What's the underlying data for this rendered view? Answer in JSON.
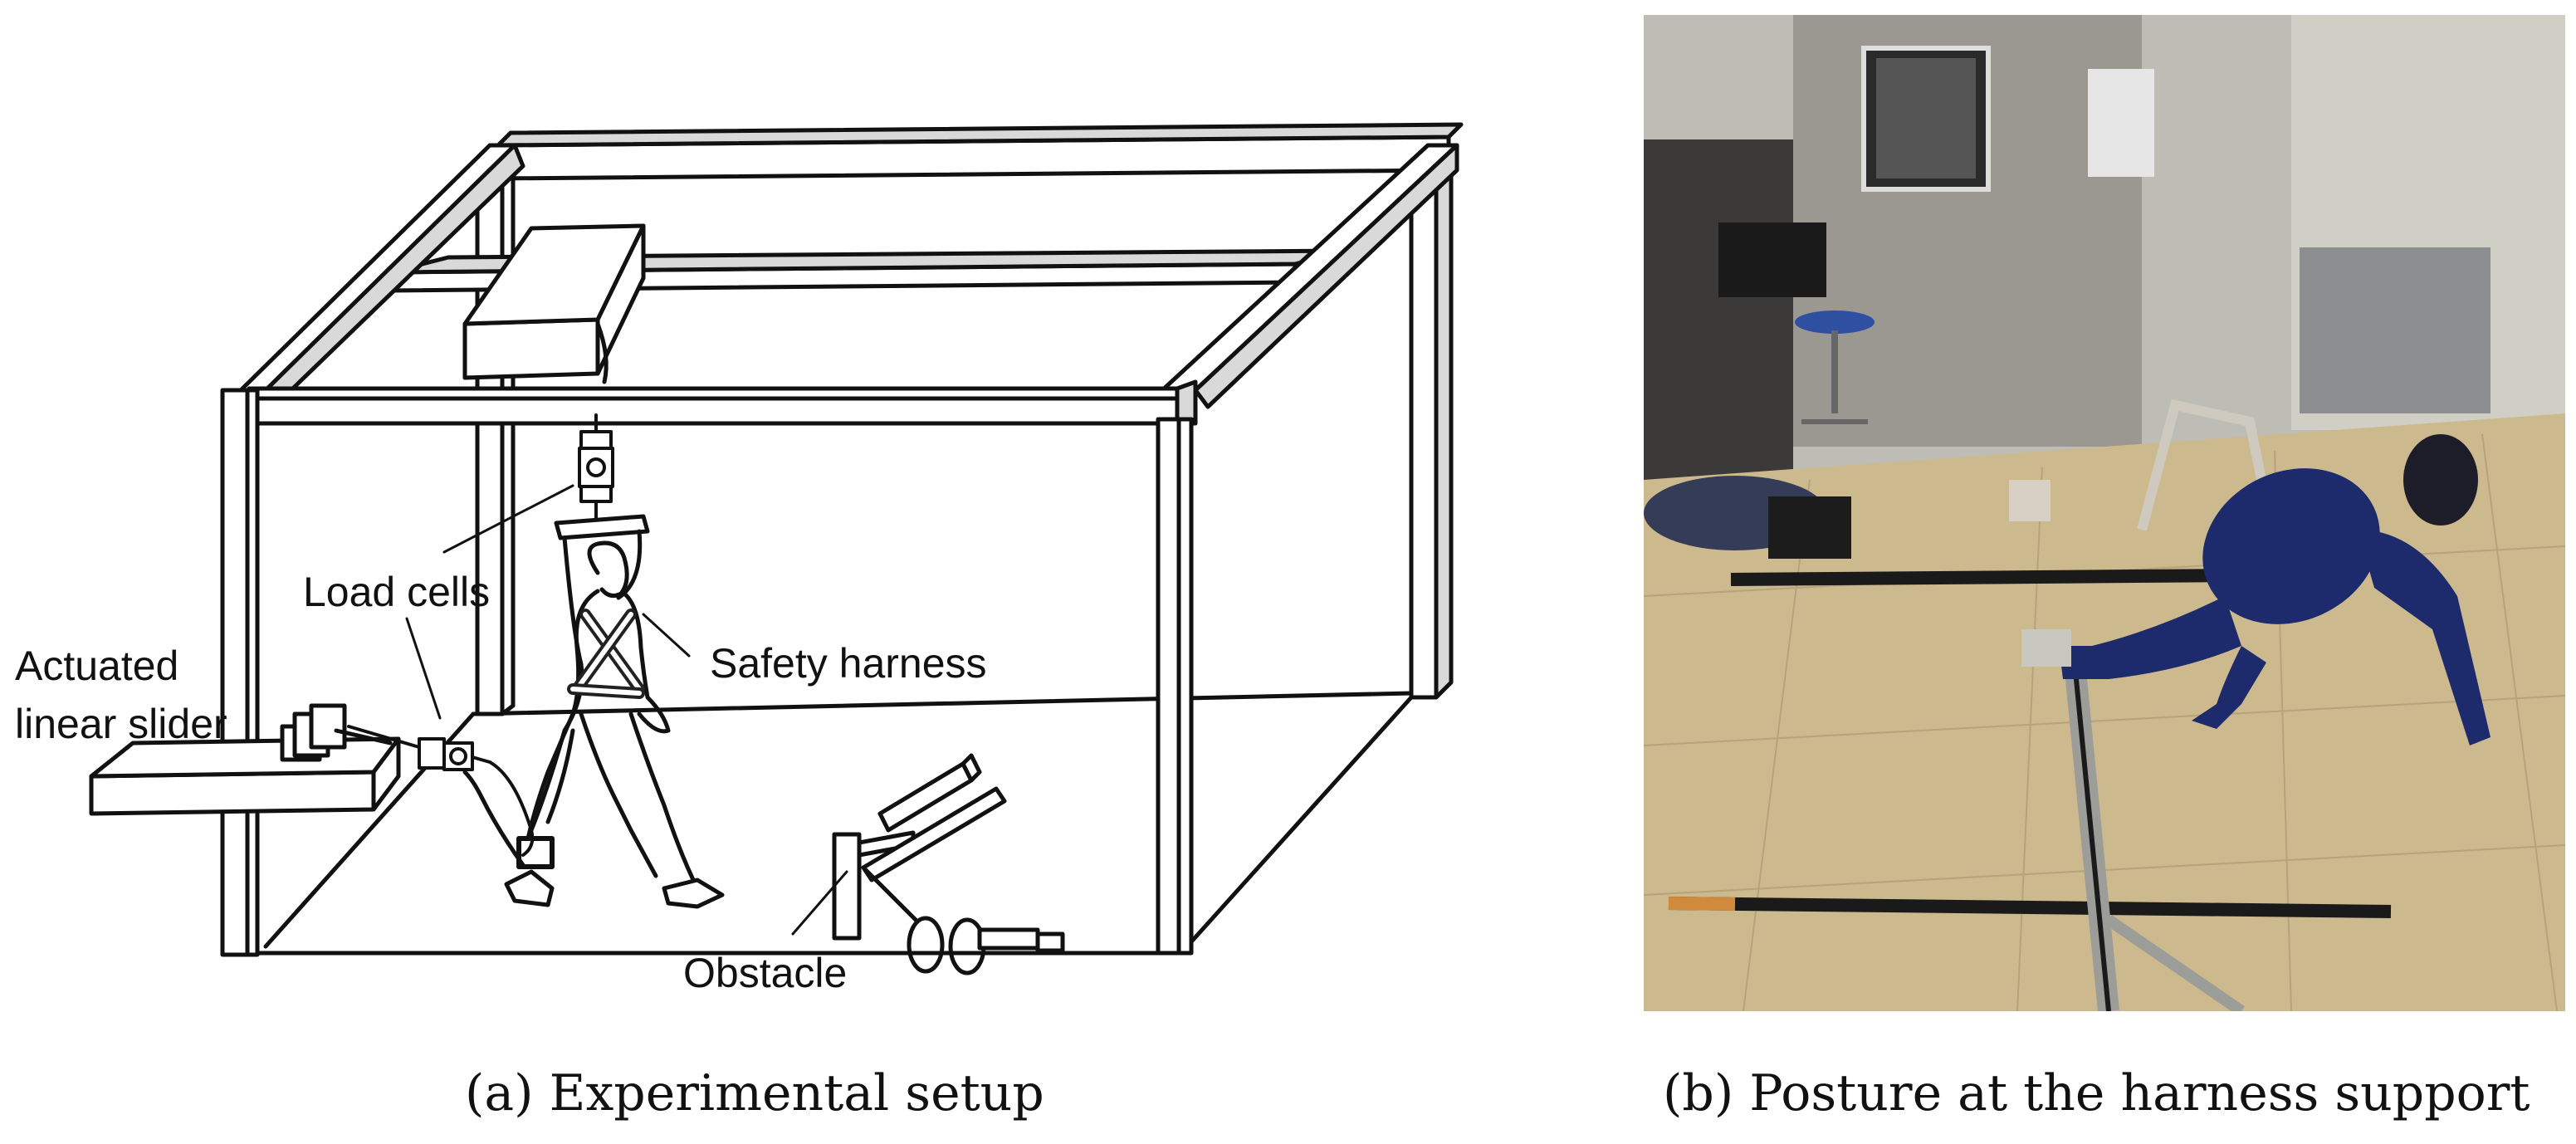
{
  "panel_a": {
    "labels": {
      "load_cells": "Load cells",
      "actuated": "Actuated",
      "linear_slider": "linear slider",
      "safety_harness": "Safety harness",
      "obstacle": "Obstacle"
    },
    "caption": "(a) Experimental setup"
  },
  "panel_b": {
    "caption": "(b) Posture at the harness support"
  },
  "colors": {
    "line": "#111111",
    "frame_fill": "#ffffff",
    "frame_shade": "#d9d9d9",
    "floor": "#cdb98e",
    "wall": "#bdbdb5",
    "suit": "#1d2a6b"
  }
}
